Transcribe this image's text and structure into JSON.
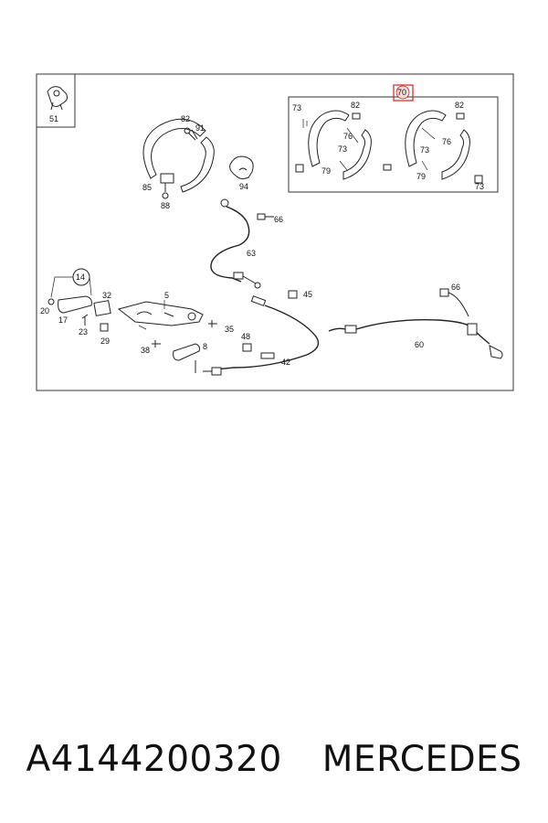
{
  "diagram": {
    "callouts": {
      "c51": "51",
      "c82a": "82",
      "c91": "91",
      "c85": "85",
      "c88": "88",
      "c94": "94",
      "c66a": "66",
      "c63": "63",
      "c14": "14",
      "c20": "20",
      "c17": "17",
      "c32": "32",
      "c5": "5",
      "c23": "23",
      "c29": "29",
      "c35": "35",
      "c38": "38",
      "c8": "8",
      "c48": "48",
      "c45": "45",
      "c42": "42",
      "c60": "60",
      "c66b": "66",
      "c70": "70",
      "c73a": "73",
      "c82b": "82",
      "c76a": "76",
      "c73b": "73",
      "c79a": "79",
      "c82c": "82",
      "c76b": "76",
      "c73c": "73",
      "c79b": "79",
      "c73d": "73"
    },
    "highlight_color": "#d62020"
  },
  "caption": {
    "part_number": "A4144200320",
    "brand": "MERCEDES"
  }
}
